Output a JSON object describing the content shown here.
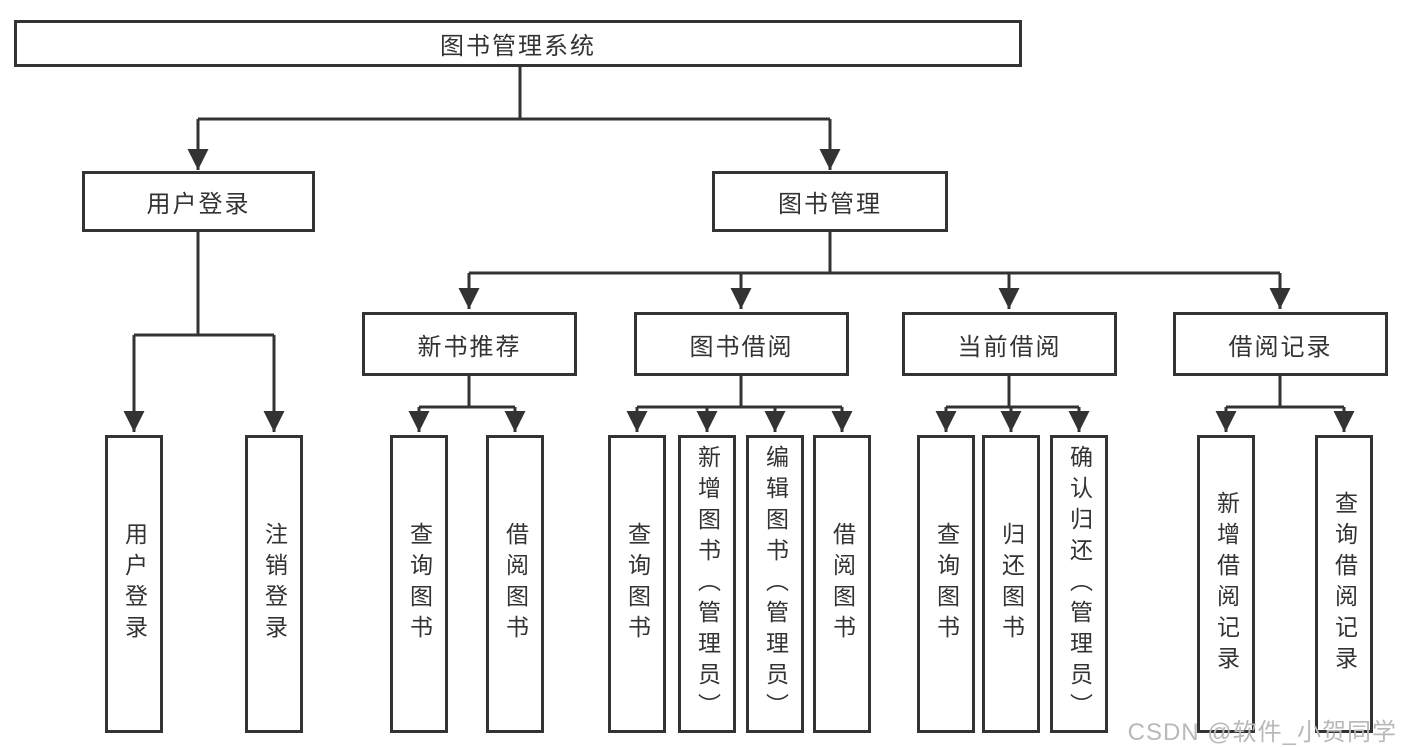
{
  "root": {
    "label": "图书管理系统"
  },
  "level2": [
    {
      "label": "用户登录"
    },
    {
      "label": "图书管理"
    }
  ],
  "level3": [
    {
      "label": "新书推荐"
    },
    {
      "label": "图书借阅"
    },
    {
      "label": "当前借阅"
    },
    {
      "label": "借阅记录"
    }
  ],
  "groups": [
    {
      "parent": "用户登录",
      "items": [
        "用户登录",
        "注销登录"
      ]
    },
    {
      "parent": "新书推荐",
      "items": [
        "查询图书",
        "借阅图书"
      ]
    },
    {
      "parent": "图书借阅",
      "items": [
        "查询图书",
        "新增图书（管理员）",
        "编辑图书（管理员）",
        "借阅图书"
      ]
    },
    {
      "parent": "当前借阅",
      "items": [
        "查询图书",
        "归还图书",
        "确认归还（管理员）"
      ]
    },
    {
      "parent": "借阅记录",
      "items": [
        "新增借阅记录",
        "查询借阅记录"
      ]
    }
  ],
  "watermark": "CSDN @软件_小贺同学",
  "colors": {
    "line": "#333333",
    "text": "#333333",
    "watermark": "#b9b9b9",
    "background": "#ffffff"
  }
}
